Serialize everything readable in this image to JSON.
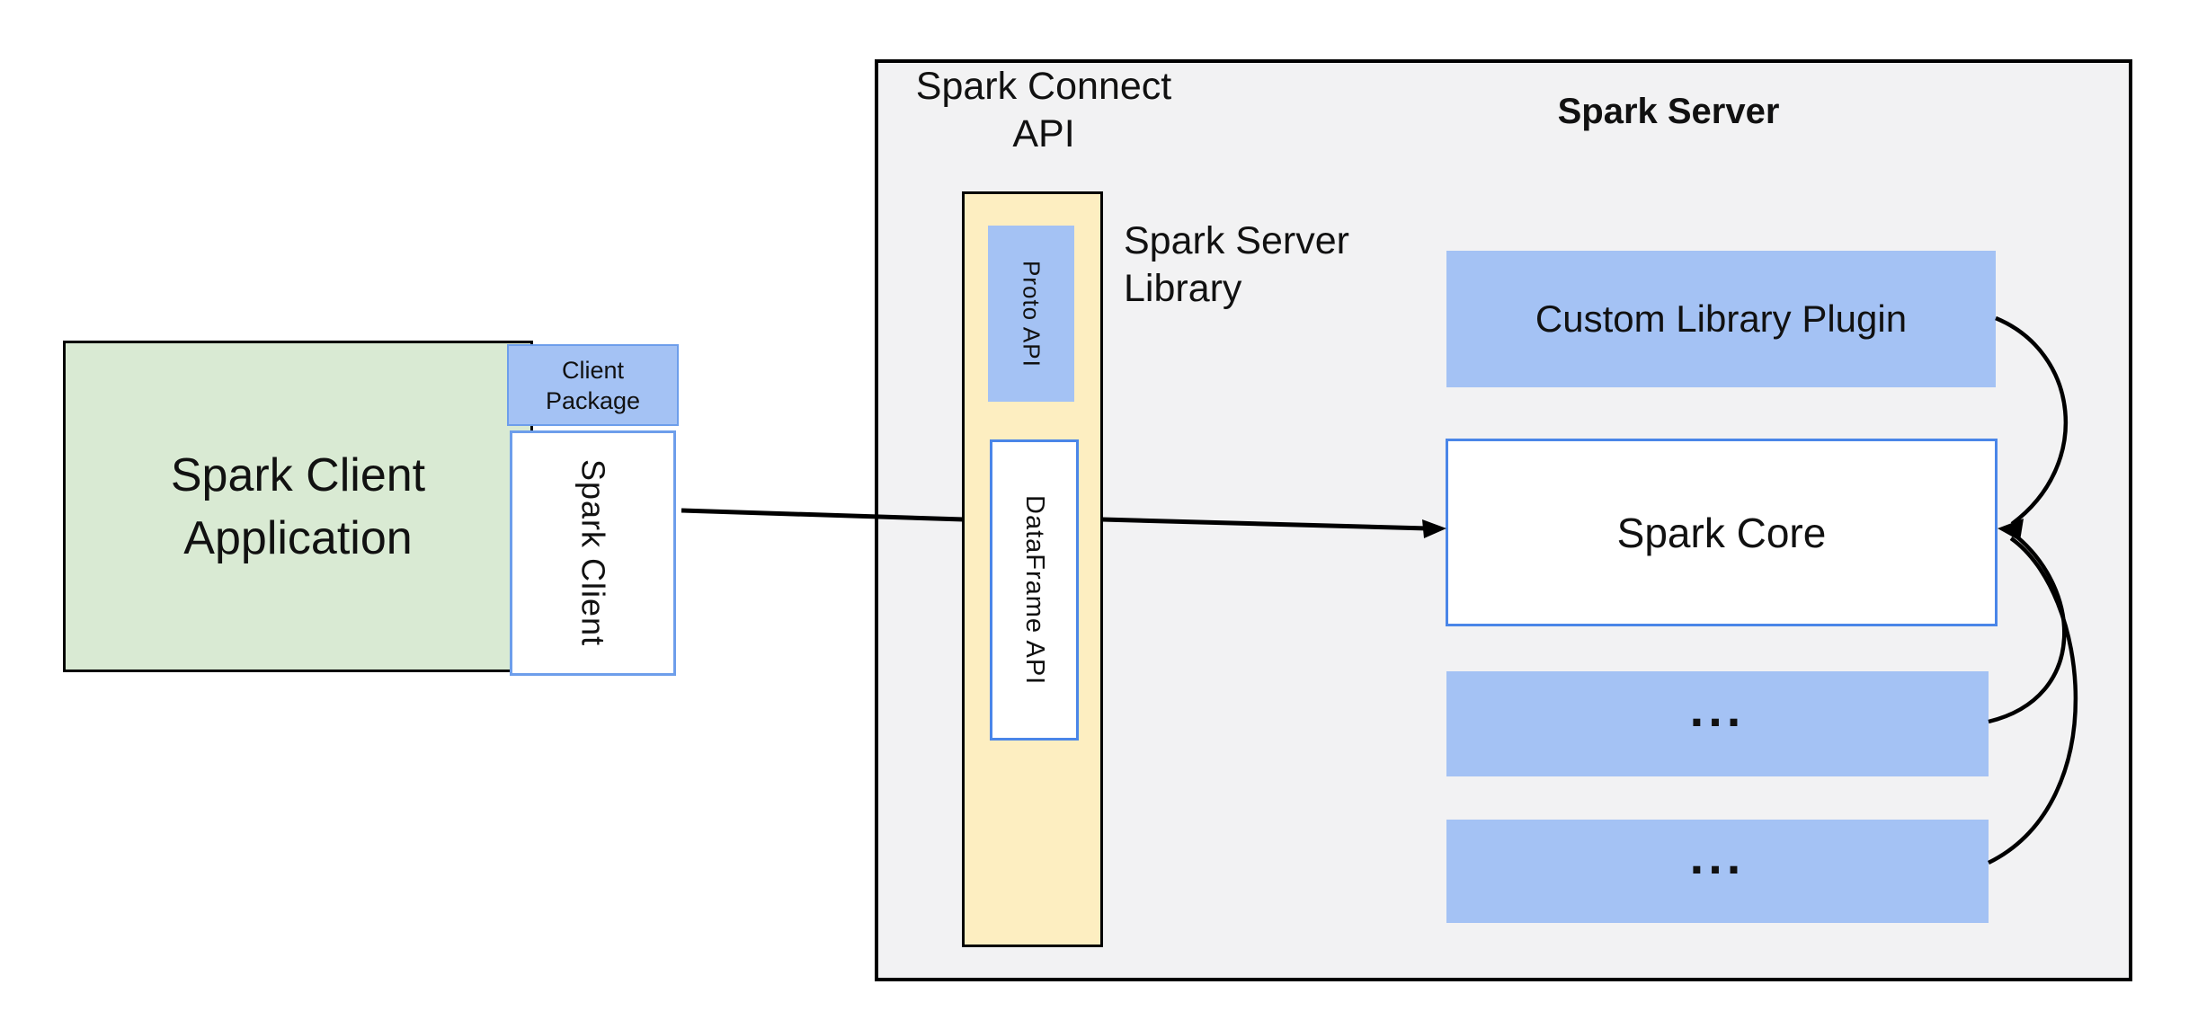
{
  "colors": {
    "blue_fill": "#a4c2f4",
    "green_fill": "#d9ead3",
    "yellow_fill": "#fdeec1",
    "gray_fill": "#f2f2f3",
    "core_border_blue": "#4a86e8",
    "client_border_blue": "#6d9eeb",
    "line_black": "#000000"
  },
  "client": {
    "application_label": "Spark Client\nApplication",
    "package_label": "Client\nPackage",
    "spark_client_label": "Spark Client"
  },
  "connect_api": {
    "title": "Spark Connect\nAPI",
    "proto_api_label": "Proto API",
    "dataframe_api_label": "DataFrame API",
    "server_library_label": "Spark Server\nLibrary"
  },
  "server": {
    "title": "Spark Server",
    "custom_plugin_label": "Custom Library Plugin",
    "core_label": "Spark Core",
    "plugin_placeholder_1": "...",
    "plugin_placeholder_2": "..."
  }
}
